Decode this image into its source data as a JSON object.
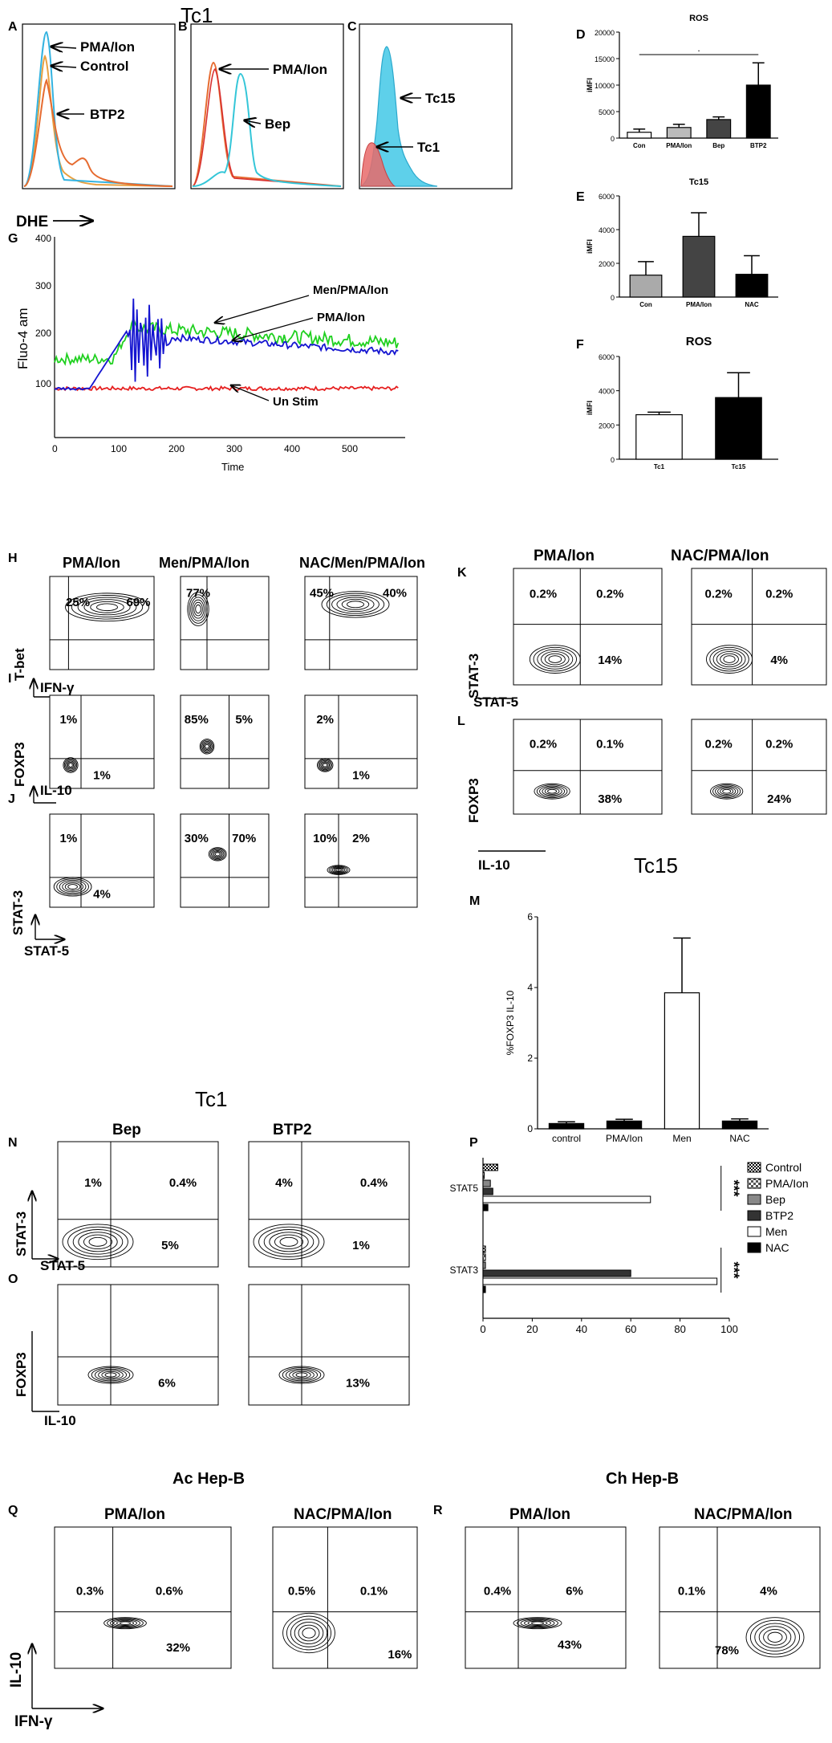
{
  "titles": {
    "tc1_top": "Tc1",
    "tc15_mid": "Tc15",
    "tc1_mid": "Tc1",
    "ac_hepb": "Ac Hep-B",
    "ch_hepb": "Ch Hep-B"
  },
  "panel_letters": [
    "A",
    "B",
    "C",
    "D",
    "E",
    "F",
    "G",
    "H",
    "I",
    "J",
    "K",
    "L",
    "M",
    "N",
    "O",
    "P",
    "Q",
    "R"
  ],
  "hist_A": {
    "labels": [
      "PMA/Ion",
      "Control",
      "BTP2"
    ]
  },
  "hist_B": {
    "labels": [
      "PMA/Ion",
      "Bep"
    ]
  },
  "hist_C": {
    "labels": [
      "Tc15",
      "Tc1"
    ]
  },
  "dhe_label": "DHE",
  "panel_G": {
    "ylabel": "Fluo-4 am",
    "xlabel": "Time",
    "labels": [
      "Men/PMA/Ion",
      "PMA/Ion",
      "Un Stim"
    ],
    "yticks": [
      "100",
      "200",
      "300",
      "400"
    ],
    "xticks": [
      "0",
      "100",
      "200",
      "300",
      "400",
      "500"
    ]
  },
  "chart_data": [
    {
      "id": "D",
      "type": "bar",
      "title": "ROS",
      "ylabel": "iMFI",
      "categories": [
        "Con",
        "PMA/Ion",
        "Bep",
        "BTP2"
      ],
      "values": [
        1100,
        2000,
        3500,
        10000
      ],
      "errors": [
        600,
        600,
        500,
        4200
      ],
      "colors": [
        "#ffffff",
        "#bbbbbb",
        "#444444",
        "#000000"
      ],
      "yticks": [
        "0",
        "5000",
        "10000",
        "15000",
        "20000"
      ],
      "ylim": [
        0,
        20000
      ],
      "annotation": "."
    },
    {
      "id": "E",
      "type": "bar",
      "title": "Tc15",
      "ylabel": "iMFI",
      "categories": [
        "Con",
        "PMA/Ion",
        "NAC"
      ],
      "values": [
        1300,
        3600,
        1350
      ],
      "errors": [
        800,
        1400,
        1100
      ],
      "colors": [
        "#aaaaaa",
        "#444444",
        "#000000"
      ],
      "yticks": [
        "0",
        "2000",
        "4000",
        "6000"
      ],
      "ylim": [
        0,
        6000
      ]
    },
    {
      "id": "F",
      "type": "bar",
      "title": "ROS",
      "ylabel": "iMFI",
      "categories": [
        "Tc1",
        "Tc15"
      ],
      "values": [
        2600,
        3600
      ],
      "errors": [
        150,
        1450
      ],
      "colors": [
        "#ffffff",
        "#000000"
      ],
      "yticks": [
        "0",
        "2000",
        "4000",
        "6000"
      ],
      "ylim": [
        0,
        6000
      ]
    },
    {
      "id": "M",
      "type": "bar",
      "title": "",
      "ylabel": "%FOXP3 IL-10",
      "categories": [
        "control",
        "PMA/Ion",
        "Men",
        "NAC"
      ],
      "values": [
        0.15,
        0.22,
        3.85,
        0.22
      ],
      "errors": [
        0.05,
        0.05,
        1.55,
        0.06
      ],
      "colors": [
        "#000000",
        "#000000",
        "#ffffff",
        "#000000"
      ],
      "yticks": [
        "0",
        "2",
        "4",
        "6"
      ],
      "ylim": [
        0,
        6
      ]
    },
    {
      "id": "P",
      "type": "bar",
      "categories": [
        "STAT5",
        "STAT3"
      ],
      "series": [
        {
          "name": "Control",
          "values": [
            6,
            1
          ]
        },
        {
          "name": "PMA/Ion",
          "values": [
            0,
            1
          ]
        },
        {
          "name": "Bep",
          "values": [
            3,
            1
          ]
        },
        {
          "name": "BTP2",
          "values": [
            4,
            60
          ]
        },
        {
          "name": "Men",
          "values": [
            68,
            95
          ]
        },
        {
          "name": "NAC",
          "values": [
            2,
            1
          ]
        }
      ],
      "xticks": [
        "0",
        "20",
        "40",
        "60",
        "80",
        "100"
      ],
      "xlim": [
        0,
        100
      ],
      "annotation": "***"
    }
  ],
  "flow": {
    "H": {
      "titles": [
        "PMA/Ion",
        "Men/PMA/Ion",
        "NAC/Men/PMA/Ion"
      ],
      "yaxis": "T-bet",
      "xaxis": "IFN-γ",
      "p1": [
        "25%",
        "69%"
      ],
      "p2": [
        "77%"
      ],
      "p3": [
        "45%",
        "40%"
      ]
    },
    "I": {
      "yaxis": "FOXP3",
      "xaxis": "IL-10",
      "p1": [
        "1%",
        "1%"
      ],
      "p2": [
        "85%",
        "5%"
      ],
      "p3": [
        "2%",
        "1%"
      ]
    },
    "J": {
      "yaxis": "STAT-3",
      "xaxis": "STAT-5",
      "p1": [
        "1%",
        "4%"
      ],
      "p2": [
        "30%",
        "70%"
      ],
      "p3": [
        "10%",
        "2%"
      ]
    },
    "K": {
      "titles": [
        "PMA/Ion",
        "NAC/PMA/Ion"
      ],
      "yaxis": "STAT-3",
      "xaxis": "STAT-5",
      "p1": [
        "0.2%",
        "0.2%",
        "14%"
      ],
      "p2": [
        "0.2%",
        "0.2%",
        "4%"
      ]
    },
    "L": {
      "yaxis": "FOXP3",
      "xaxis": "IL-10",
      "p1": [
        "0.2%",
        "0.1%",
        "38%"
      ],
      "p2": [
        "0.2%",
        "0.2%",
        "24%"
      ]
    },
    "N": {
      "titles": [
        "Bep",
        "BTP2"
      ],
      "yaxis": "STAT-3",
      "xaxis": "STAT-5",
      "p1": [
        "1%",
        "0.4%",
        "5%"
      ],
      "p2": [
        "4%",
        "0.4%",
        "1%"
      ]
    },
    "O": {
      "yaxis": "FOXP3",
      "xaxis": "IL-10",
      "p1": [
        "6%"
      ],
      "p2": [
        "13%"
      ]
    },
    "Q": {
      "titles": [
        "PMA/Ion",
        "NAC/PMA/Ion"
      ],
      "p1": [
        "0.3%",
        "0.6%",
        "32%"
      ],
      "p2": [
        "0.5%",
        "0.1%",
        "16%"
      ]
    },
    "R": {
      "titles": [
        "PMA/Ion",
        "NAC/PMA/Ion"
      ],
      "p1": [
        "0.4%",
        "6%",
        "43%"
      ],
      "p2": [
        "0.1%",
        "4%",
        "78%"
      ]
    },
    "bottom_yaxis": "IL-10",
    "bottom_xaxis": "IFN-γ"
  }
}
